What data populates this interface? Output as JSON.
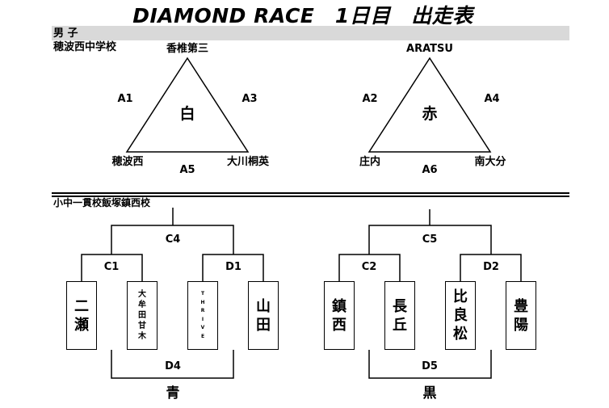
{
  "title": "DIAMOND RACE　1日目　出走表",
  "men_section": {
    "label": "男 子",
    "venue": "穂波西中学校"
  },
  "groups": [
    {
      "center": "白",
      "top": "香椎第三",
      "left": "穂波西",
      "right": "大川桐英",
      "race_left": "A1",
      "race_right": "A3",
      "race_bottom": "A5"
    },
    {
      "center": "赤",
      "top": "ARATSU",
      "left": "庄内",
      "right": "南大分",
      "race_left": "A2",
      "race_right": "A4",
      "race_bottom": "A6"
    }
  ],
  "bracket_section": {
    "venue": "小中一貫校飯塚鎮西校"
  },
  "brackets": [
    {
      "name": "青",
      "final": "C4",
      "semi_left": "C1",
      "semi_right": "D1",
      "bottom": "D4",
      "teams": [
        [
          "二",
          "瀬"
        ],
        [
          "大",
          "牟",
          "田",
          "甘",
          "木"
        ],
        [
          "T",
          "H",
          "R",
          "I",
          "V",
          "E"
        ],
        [
          "山",
          "田"
        ]
      ]
    },
    {
      "name": "黒",
      "final": "C5",
      "semi_left": "C2",
      "semi_right": "D2",
      "bottom": "D5",
      "teams": [
        [
          "鎮",
          "西"
        ],
        [
          "長",
          "丘"
        ],
        [
          "比",
          "良",
          "松"
        ],
        [
          "豊",
          "陽"
        ]
      ]
    }
  ]
}
